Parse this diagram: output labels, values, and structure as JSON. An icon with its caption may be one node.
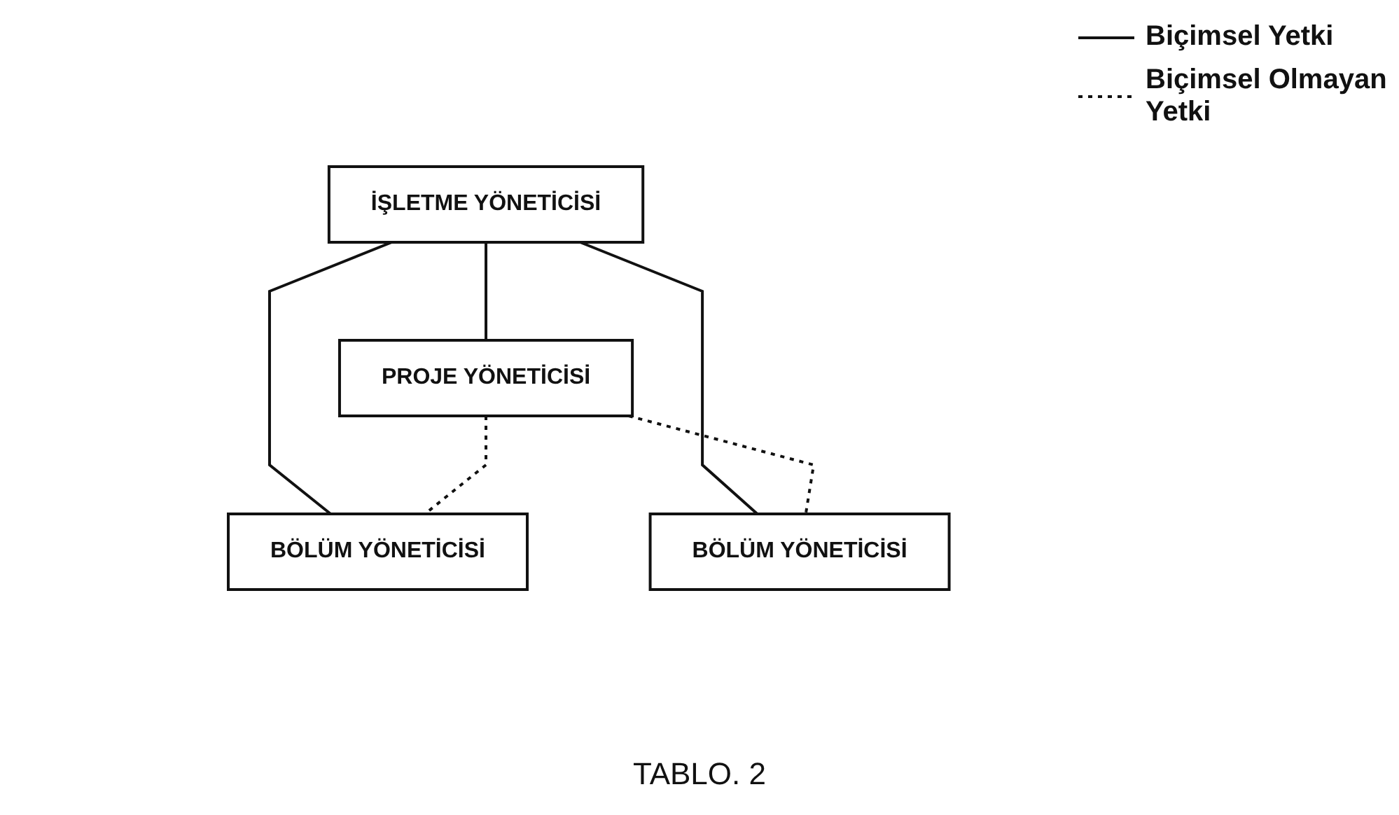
{
  "diagram": {
    "caption": "TABLO. 2",
    "nodes": [
      {
        "text": [
          "İŞLETME YÖNETİCİSİ"
        ]
      },
      {
        "text": [
          "PROJE YÖNETİCİSİ"
        ]
      },
      {
        "text": [
          "BÖLÜM YÖNETİCİSİ"
        ]
      },
      {
        "text": [
          "BÖLÜM YÖNETİCİSİ"
        ]
      }
    ],
    "edges": [
      {
        "from": 0,
        "to": 1,
        "arrow": "none"
      },
      {
        "from": 0,
        "to": 2,
        "arrow": "none"
      },
      {
        "from": 0,
        "to": 3,
        "arrow": "none"
      },
      {
        "from": 1,
        "to": 2,
        "arrow": "none",
        "style": "dashed"
      },
      {
        "from": 1,
        "to": 3,
        "arrow": "none",
        "style": "dashed"
      }
    ],
    "legend": [
      {
        "text": "Biçimsel Yetki"
      },
      {
        "text": "Biçimsel Olmayan Yetki"
      }
    ]
  }
}
